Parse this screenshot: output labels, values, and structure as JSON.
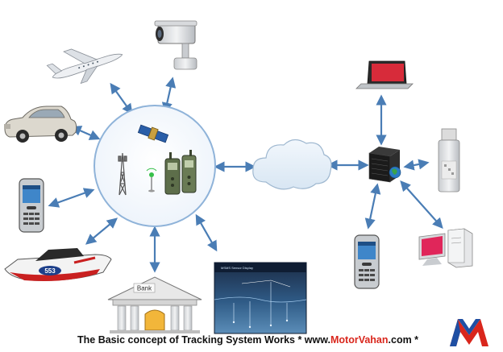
{
  "caption": {
    "prefix": "The Basic concept of Tracking System Works * www.",
    "brand": "MotorVahan",
    "suffix": ".com *"
  },
  "logo": {
    "letter": "M",
    "colors": [
      "#d9261c",
      "#1f4fa3"
    ]
  },
  "labels": {
    "boat_number": "553",
    "bank_sign": "Bank",
    "screen_title": "MSMS Sensor Display"
  },
  "colors": {
    "arrow": "#4a7db5",
    "hub_stroke": "#8fb3d9",
    "brand_red": "#d9261c"
  }
}
